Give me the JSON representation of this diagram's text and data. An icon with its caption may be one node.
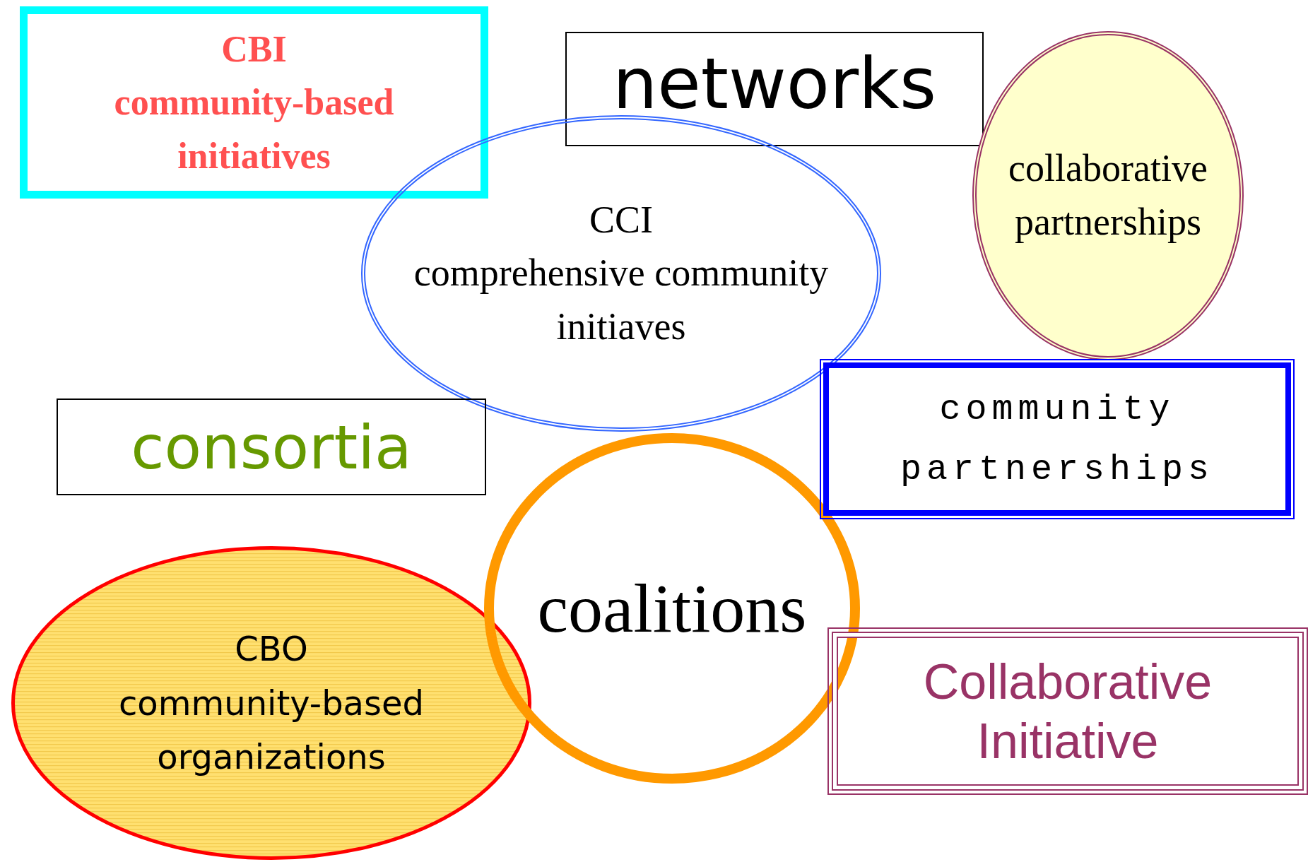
{
  "diagram": {
    "nodes": [
      {
        "text": [
          "CBI",
          "community-based initiatives"
        ]
      },
      {
        "text": [
          "networks"
        ]
      },
      {
        "text": [
          "collaborative partnerships"
        ]
      },
      {
        "text": [
          "CCI",
          "comprehensive community initiaves"
        ]
      },
      {
        "text": [
          "consortia"
        ]
      },
      {
        "text": [
          "community partnerships"
        ]
      },
      {
        "text": [
          "coalitions"
        ]
      },
      {
        "text": [
          "CBO",
          "community-based organizations"
        ]
      },
      {
        "text": [
          "Collaborative Initiative"
        ]
      }
    ]
  }
}
